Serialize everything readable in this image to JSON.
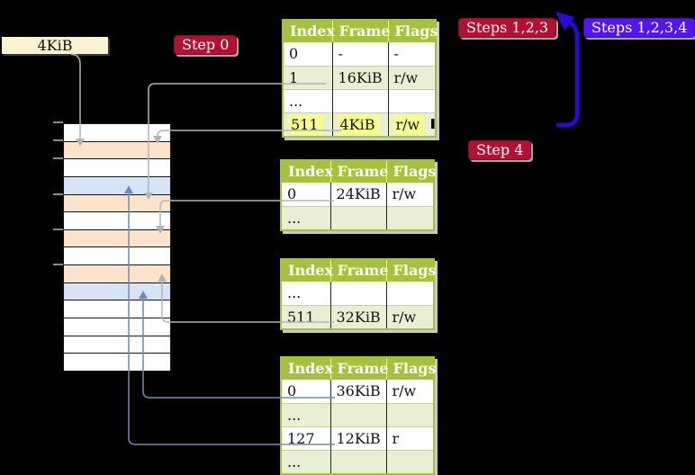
{
  "diagram": {
    "page_size_label": "4KiB",
    "badges": {
      "step0": "Step 0",
      "steps123": "Steps 1,2,3",
      "steps1234": "Steps 1,2,3,4",
      "step4": "Step 4"
    },
    "table_headers": [
      "Index",
      "Frame",
      "Flags"
    ],
    "tables": {
      "level4": {
        "rows": [
          {
            "index": "0",
            "frame": "-",
            "flags": "-"
          },
          {
            "index": "1",
            "frame": "16KiB",
            "flags": "r/w"
          },
          {
            "index": "...",
            "frame": "",
            "flags": ""
          },
          {
            "index": "511",
            "frame": "4KiB",
            "flags": "r/w"
          }
        ]
      },
      "level3": {
        "rows": [
          {
            "index": "0",
            "frame": "24KiB",
            "flags": "r/w"
          },
          {
            "index": "...",
            "frame": "",
            "flags": ""
          }
        ]
      },
      "level2": {
        "rows": [
          {
            "index": "...",
            "frame": "",
            "flags": ""
          },
          {
            "index": "511",
            "frame": "32KiB",
            "flags": "r/w"
          }
        ]
      },
      "level1": {
        "rows": [
          {
            "index": "0",
            "frame": "36KiB",
            "flags": "r/w"
          },
          {
            "index": "...",
            "frame": "",
            "flags": ""
          },
          {
            "index": "127",
            "frame": "12KiB",
            "flags": "r"
          },
          {
            "index": "...",
            "frame": "",
            "flags": ""
          }
        ]
      }
    },
    "memory": {
      "rows": [
        "white",
        "peach",
        "white",
        "blue",
        "peach",
        "white",
        "peach",
        "white",
        "peach",
        "blue",
        "white",
        "white",
        "white",
        "white"
      ]
    },
    "colors": {
      "badge_red": "#b11230",
      "badge_blue": "#5316e8",
      "loop_arrow_blue": "#2d08d8",
      "table_header_green": "#a4c23c",
      "table_row_green": "#e9efd4",
      "highlight_yellow": "#fafc8e",
      "memory_peach": "#fde3cc",
      "memory_blue": "#d8e4f6",
      "box_cream": "#fdf2d0",
      "connector_gray": "#b3b3b3",
      "connector_blue": "#6b8cba"
    }
  }
}
